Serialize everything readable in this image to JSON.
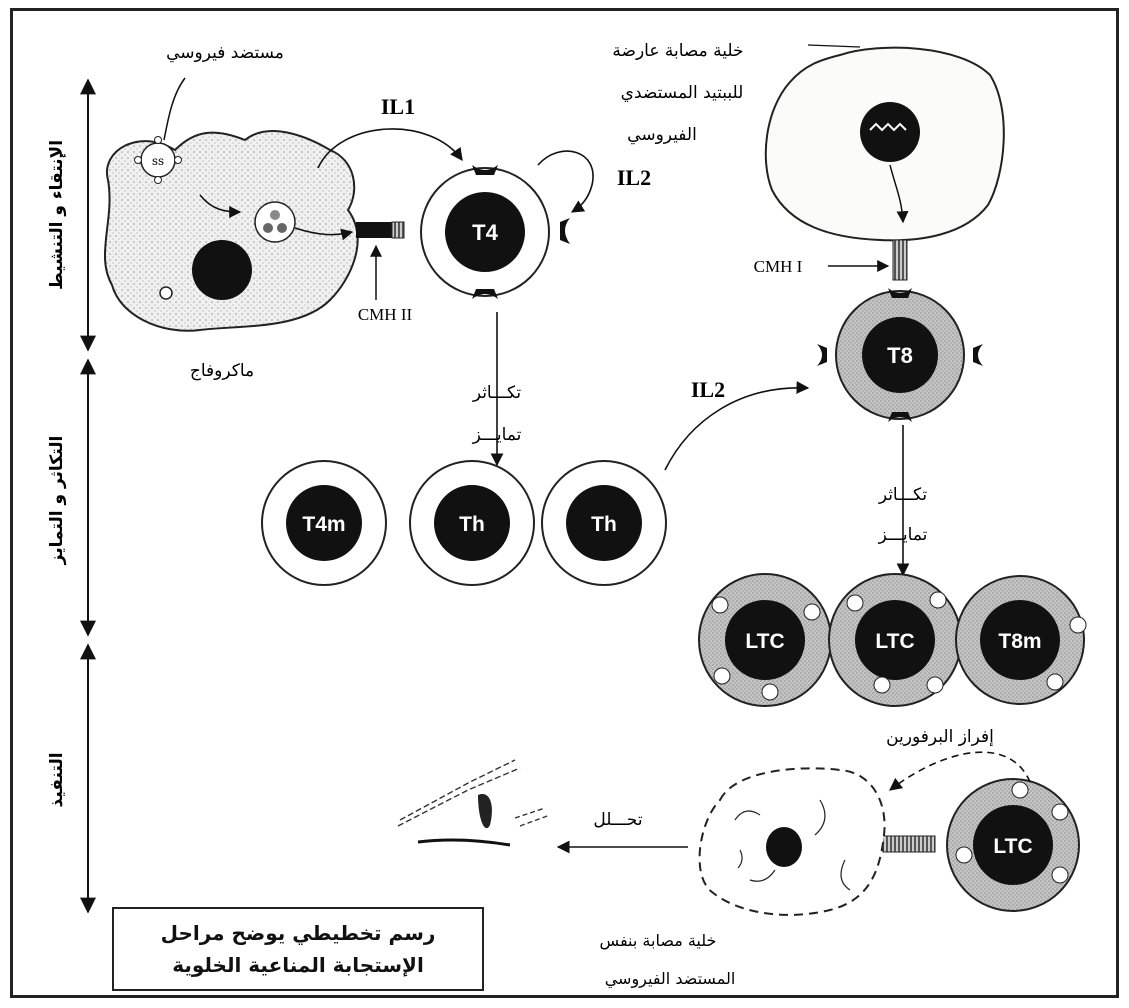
{
  "stages": {
    "activation": "الإنتقاء و التنشيط",
    "proliferation": "التكاثر و التمايز",
    "execution": "التنفيذ"
  },
  "labels": {
    "viral_antigen": "مستضد فيروسي",
    "macrophage": "ماكروفاج",
    "cmh2": "CMH II",
    "cmh1": "CMH I",
    "il1": "IL1",
    "il2_top": "IL2",
    "il2_mid": "IL2",
    "infected_cell": [
      "خلية مصابة عارضة",
      "للببتيد المستضدي",
      "الفيروسي"
    ],
    "prolif_left": [
      "تكـــاثر",
      "تمايـــز"
    ],
    "prolif_right": [
      "تكـــاثر",
      "تمايـــز"
    ],
    "perforin": "إفراز البرفورين",
    "lysis": "تحـــلل",
    "target_cell": [
      "خلية مصابة بنفس",
      "المستضد الفيروسي"
    ]
  },
  "cells": {
    "t4": "T4",
    "t8": "T8",
    "t4m": "T4m",
    "th1": "Th",
    "th2": "Th",
    "ltc1": "LTC",
    "ltc2": "LTC",
    "t8m": "T8m",
    "ltc3": "LTC"
  },
  "caption": {
    "line1": "رسم تخطيطي يوضح مراحل",
    "line2": "الإستجابة المناعية الخلوية"
  }
}
